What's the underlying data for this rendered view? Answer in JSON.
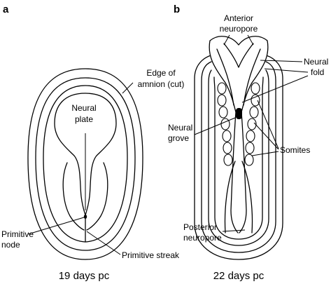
{
  "panels": {
    "a": {
      "letter": "a",
      "caption": "19 days pc",
      "labels": {
        "edge_of_amnion_line1": "Edge of",
        "edge_of_amnion_line2": "amnion (cut)",
        "neural_plate_line1": "Neural",
        "neural_plate_line2": "plate",
        "primitive_node_line1": "Primitive",
        "primitive_node_line2": "node",
        "primitive_streak": "Primitive streak"
      }
    },
    "b": {
      "letter": "b",
      "caption": "22 days pc",
      "labels": {
        "anterior_neuropore_line1": "Anterior",
        "anterior_neuropore_line2": "neuropore",
        "neural_fold_line1": "Neural",
        "neural_fold_line2": "fold",
        "neural_grove_line1": "Neural",
        "neural_grove_line2": "grove",
        "somites": "Somites",
        "posterior_neuropore_line1": "Posterior",
        "posterior_neuropore_line2": "neuropore"
      }
    }
  }
}
